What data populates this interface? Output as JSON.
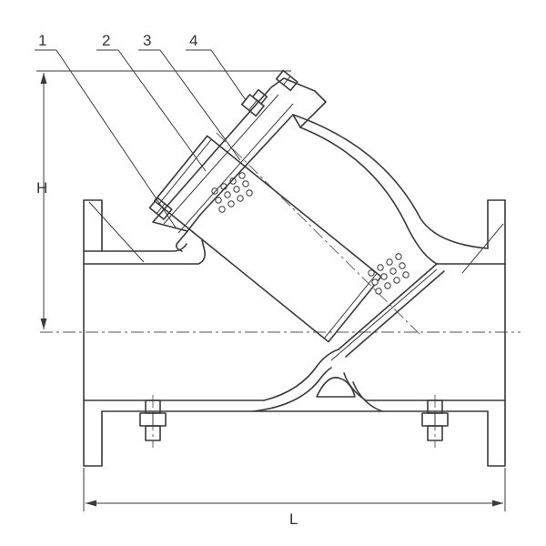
{
  "parts": [
    {
      "label": "1"
    },
    {
      "label": "2"
    },
    {
      "label": "3"
    },
    {
      "label": "4"
    }
  ],
  "dimensions": {
    "height_label": "H",
    "length_label": "L"
  }
}
